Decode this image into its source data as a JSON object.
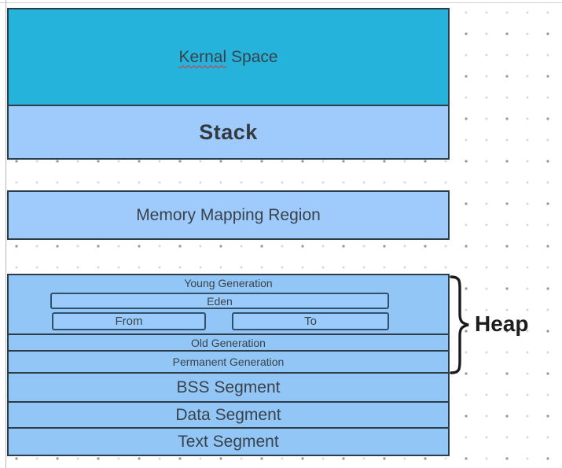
{
  "title": "Process memory layout diagram",
  "regions": {
    "kernel": {
      "misspelled_word": "Kernal",
      "rest_word": "Space"
    },
    "stack": {
      "label": "Stack"
    },
    "memory_mapping": {
      "label": "Memory Mapping Region"
    },
    "young_generation": {
      "label": "Young Generation",
      "eden_label": "Eden",
      "from_label": "From",
      "to_label": "To"
    },
    "old_generation": {
      "label": "Old Generation"
    },
    "permanent_generation": {
      "label": "Permanent Generation"
    },
    "bss": {
      "label": "BSS Segment"
    },
    "data_segment": {
      "label": "Data Segment"
    },
    "text_segment": {
      "label": "Text Segment"
    },
    "heap_annotation": {
      "label": "Heap"
    }
  },
  "colors": {
    "kernel_fill": "#26b3db",
    "region_fill": "#9ecbfb",
    "heap_group_fill": "#92c6f7",
    "inner_fill": "#9acbfa",
    "border": "#2c3d47",
    "inner_border": "#30506e",
    "spellcheck": "#e03030",
    "grid_dot_major": "#9298a0",
    "grid_dot_minor": "#d3d6da"
  }
}
